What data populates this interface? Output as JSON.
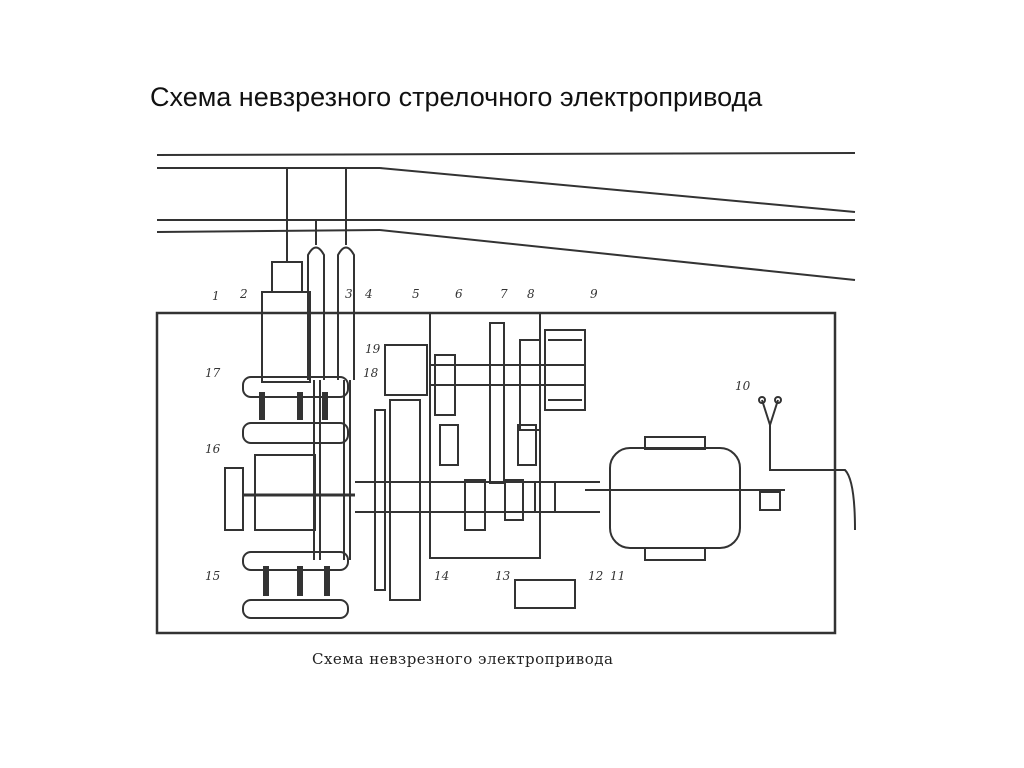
{
  "slide": {
    "title": "Схема невзрезного стрелочного электропривода",
    "caption": "Схема невзрезного электропривода"
  },
  "diagram": {
    "part_labels": [
      "1",
      "2",
      "3",
      "4",
      "5",
      "6",
      "7",
      "8",
      "9",
      "10",
      "11",
      "12",
      "13",
      "14",
      "15",
      "16",
      "17",
      "18",
      "19"
    ]
  }
}
